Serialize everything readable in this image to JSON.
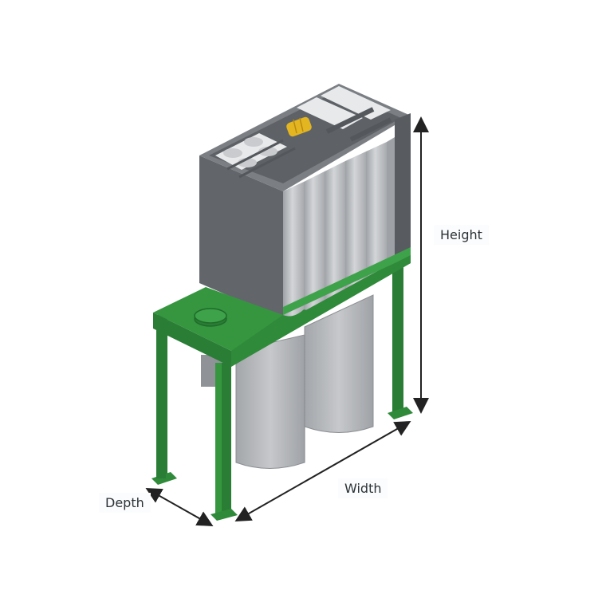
{
  "diagram": {
    "subject": "Dust collector with filter cartridges on green support frame",
    "labels": {
      "height": "Height",
      "width": "Width",
      "depth": "Depth"
    },
    "colors": {
      "frame_green": "#2f8a3a",
      "frame_green_dark": "#1f6b2a",
      "frame_green_light": "#3ea24a",
      "housing_gray": "#6c7075",
      "housing_gray_dark": "#55595e",
      "filter_gray": "#b9bcc0",
      "filter_gray_light": "#d2d4d7",
      "valve_yellow": "#e3b520",
      "arrow": "#222222"
    }
  }
}
